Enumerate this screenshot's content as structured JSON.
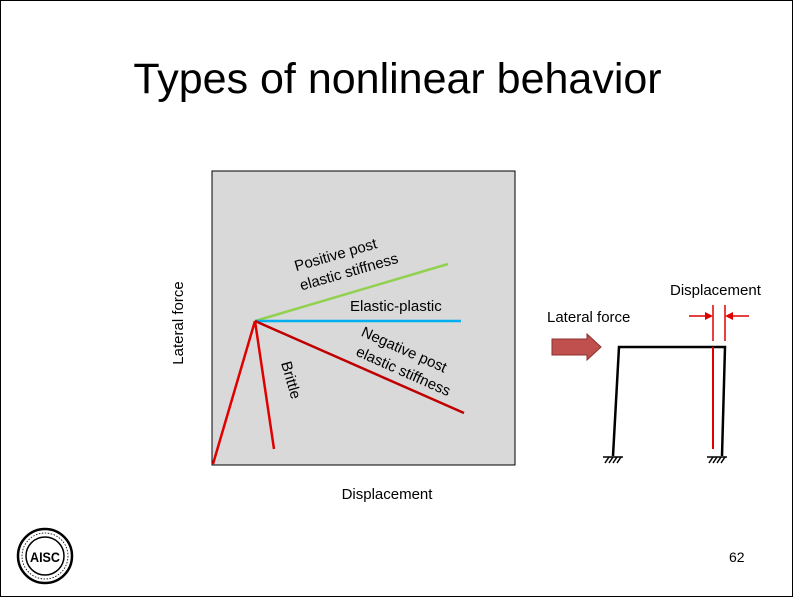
{
  "slide": {
    "title": "Types of nonlinear behavior",
    "page_number": "62"
  },
  "graph": {
    "xlabel": "Displacement",
    "ylabel": "Lateral force",
    "background_color": "#d9d9d9",
    "curves": [
      {
        "name": "positive",
        "label_lines": [
          "Positive post",
          "elastic stiffness"
        ],
        "color": "#92d050"
      },
      {
        "name": "elastic-plastic",
        "label_lines": [
          "Elastic-plastic"
        ],
        "color": "#00b0f0"
      },
      {
        "name": "negative",
        "label_lines": [
          "Negative post",
          "elastic stiffness"
        ],
        "color": "#c00000"
      },
      {
        "name": "brittle",
        "label_lines": [
          "Brittle"
        ],
        "color": "#e00000"
      }
    ],
    "elastic_color": "#e00000"
  },
  "frame": {
    "force_label": "Lateral force",
    "displacement_label": "Displacement",
    "arrow_color": "#c0504d",
    "deformed_color": "#e00000"
  },
  "logo": {
    "icon": "aisc-seal-icon",
    "text": "AISC"
  }
}
